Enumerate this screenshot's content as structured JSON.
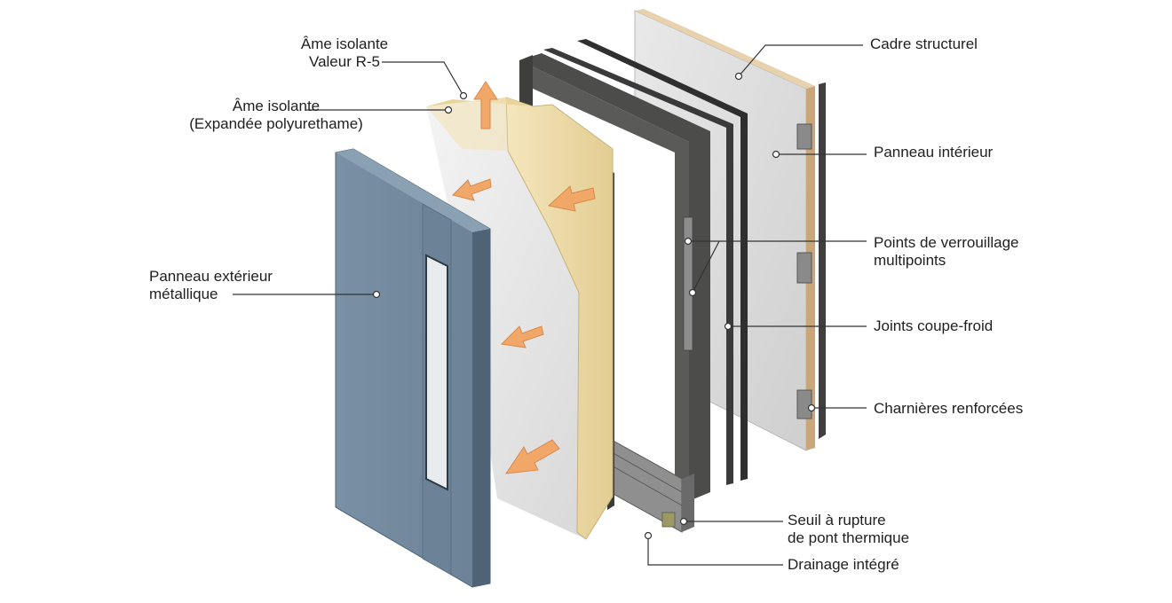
{
  "labels": {
    "core_r5": {
      "line1": "Âme isolante",
      "line2": "Valeur R-5"
    },
    "core_foam": {
      "line1": "Âme isolante",
      "line2": "(Expandée polyurethame)"
    },
    "exterior_panel": {
      "line1": "Panneau extérieur",
      "line2": "métallique"
    },
    "structural_frame": {
      "line1": "Cadre structurel"
    },
    "interior_panel": {
      "line1": "Panneau intérieur"
    },
    "lock_points": {
      "line1": "Points de verrouillage",
      "line2": "multipoints"
    },
    "weatherstrip": {
      "line1": "Joints coupe-froid"
    },
    "hinges": {
      "line1": "Charnières renforcées"
    },
    "threshold": {
      "line1": "Seuil à rupture",
      "line2": "de pont thermique"
    },
    "drainage": {
      "line1": "Drainage intégré"
    }
  },
  "colors": {
    "exterior_panel": "#6e8599",
    "exterior_panel_dark": "#55697c",
    "foam_core": "#eedcaa",
    "foam_face": "#e6e6e6",
    "frame": "#4a4a48",
    "interior_panel": "#dcdcdc",
    "interior_edge": "#c9a77a",
    "arrow": "#f0a768",
    "leader": "#333333"
  }
}
